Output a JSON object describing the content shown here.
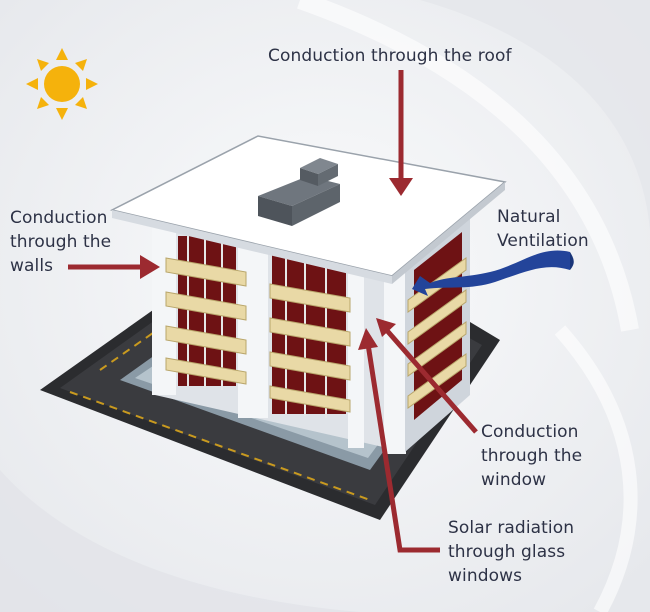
{
  "labels": {
    "roof": "Conduction through the roof",
    "walls": "Conduction\nthrough the\nwalls",
    "ventilation": "Natural\nVentilation",
    "window": "Conduction\nthrough the\nwindow",
    "solar": "Solar radiation\nthrough glass\nwindows"
  },
  "icons": {
    "sun": "sun-icon",
    "arrow": "arrow-icon",
    "wind": "wind-icon"
  },
  "colors": {
    "arrow": "#9c2a30",
    "wind": "#23449a",
    "sun": "#f5b20c",
    "text": "#2d3246",
    "roof": "#ffffff",
    "wall": "#eef0f3",
    "balcony": "#e9d9a6",
    "window": "#6e1214"
  }
}
